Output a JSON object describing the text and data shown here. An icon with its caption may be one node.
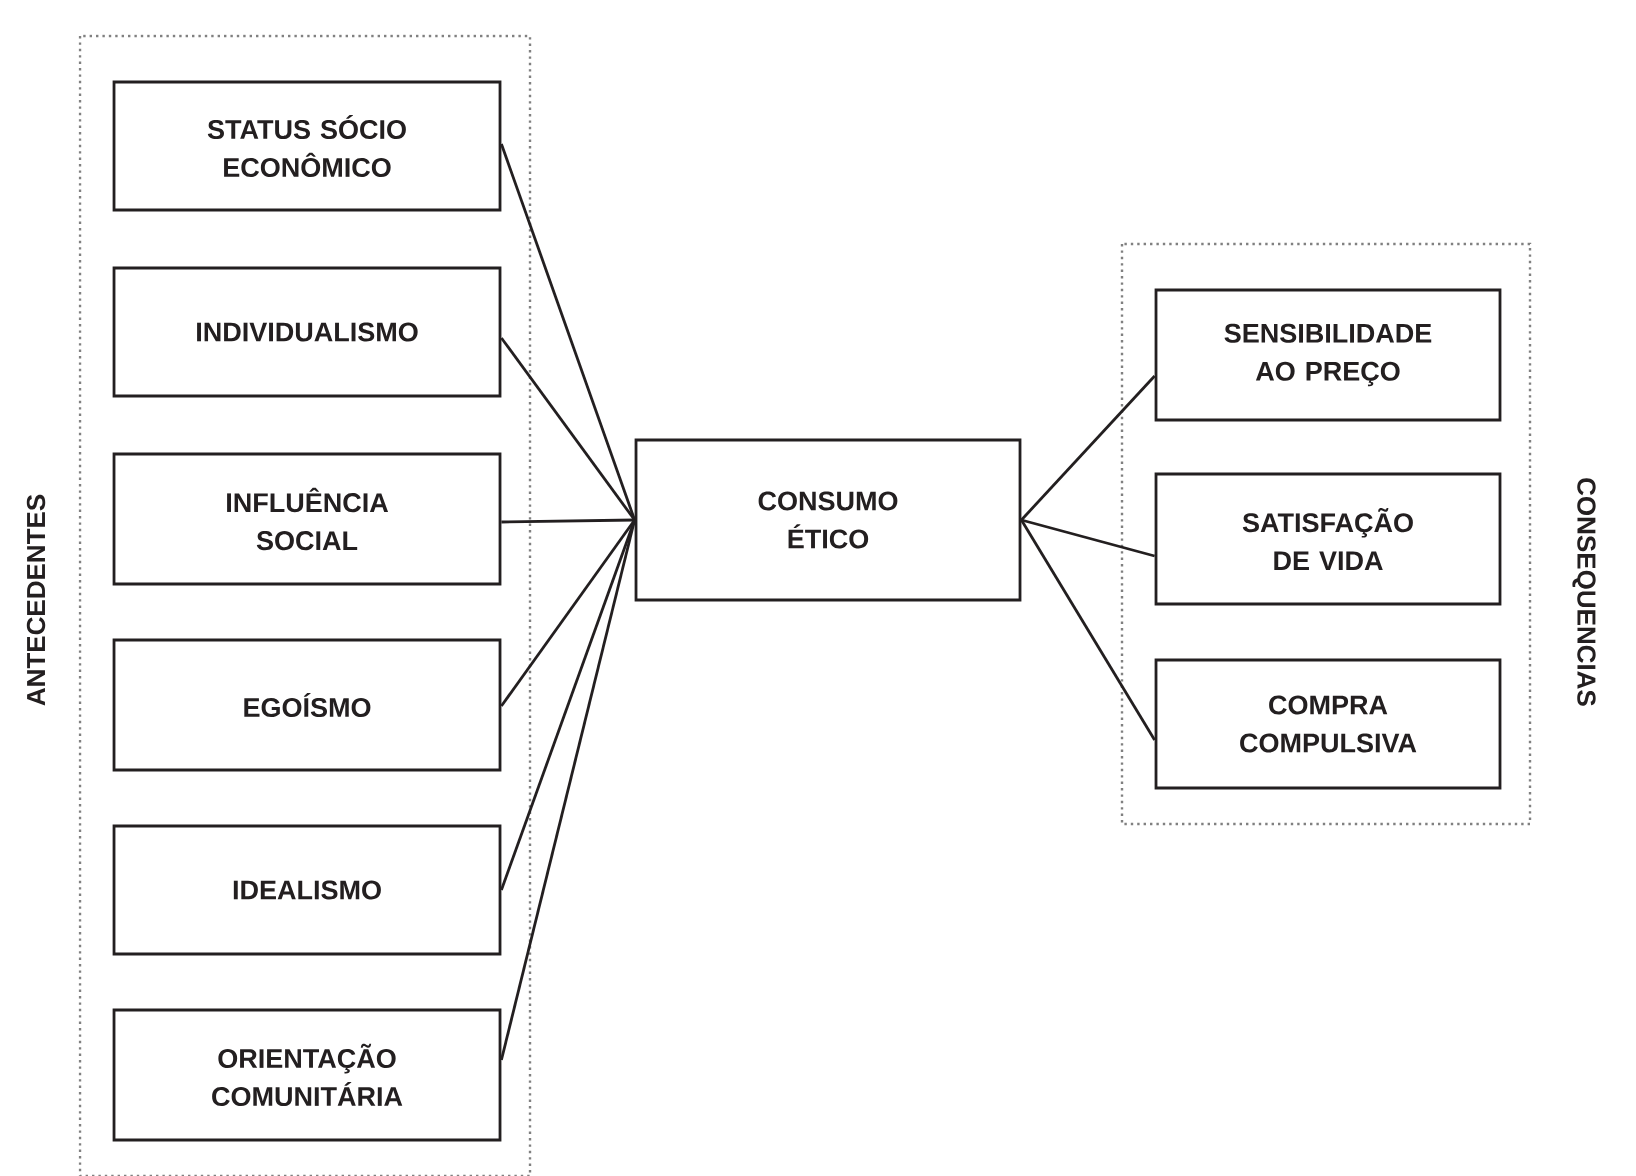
{
  "diagram": {
    "nodes": [
      {
        "text": [
          "ANTECEDENTES"
        ]
      },
      {
        "text": [
          "STATUS SÓCIO ECONÔMICO"
        ],
        "in": 0
      },
      {
        "text": [
          "INDIVIDUALISMO"
        ],
        "in": 0
      },
      {
        "text": [
          "INFLUÊNCIA SOCIAL"
        ],
        "in": 0
      },
      {
        "text": [
          "EGOÍSMO"
        ],
        "in": 0
      },
      {
        "text": [
          "IDEALISMO"
        ],
        "in": 0
      },
      {
        "text": [
          "ORIENTAÇÃO COMUNITÁRIA"
        ],
        "in": 0
      },
      {
        "text": [
          "CONSUMO ÉTICO"
        ]
      },
      {
        "text": [
          "CONSEQUENCIAS"
        ]
      },
      {
        "text": [
          "SENSIBILIDADE AO PREÇO"
        ],
        "in": 8
      },
      {
        "text": [
          "SATISFAÇÃO DE VIDA"
        ],
        "in": 8
      },
      {
        "text": [
          "COMPRA COMPULSIVA"
        ],
        "in": 8
      }
    ],
    "edges": [
      {
        "from": 1,
        "to": 7,
        "arrow": "none"
      },
      {
        "from": 2,
        "to": 7,
        "arrow": "none"
      },
      {
        "from": 3,
        "to": 7,
        "arrow": "none"
      },
      {
        "from": 4,
        "to": 7,
        "arrow": "none"
      },
      {
        "from": 5,
        "to": 7,
        "arrow": "none"
      },
      {
        "from": 6,
        "to": 7,
        "arrow": "none"
      },
      {
        "from": 7,
        "to": 9,
        "arrow": "none"
      },
      {
        "from": 7,
        "to": 10,
        "arrow": "none"
      },
      {
        "from": 7,
        "to": 11,
        "arrow": "none"
      }
    ]
  }
}
